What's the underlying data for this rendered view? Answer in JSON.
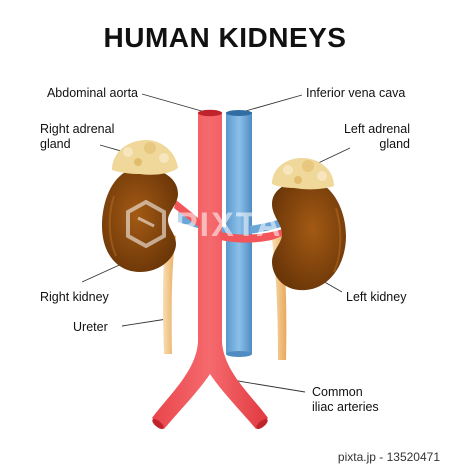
{
  "title": "HUMAN KIDNEYS",
  "labels": {
    "abdominal_aorta": "Abdominal aorta",
    "inferior_vena_cava": "Inferior vena cava",
    "right_adrenal_line1": "Right adrenal",
    "right_adrenal_line2": "gland",
    "left_adrenal_line1": "Left adrenal",
    "left_adrenal_line2": "gland",
    "right_kidney": "Right kidney",
    "left_kidney": "Left kidney",
    "ureter": "Ureter",
    "common_iliac_line1": "Common",
    "common_iliac_line2": "iliac arteries"
  },
  "watermark": "PIXTA",
  "footer": {
    "brand": "pixta.jp",
    "separator": "-",
    "id": "13520471"
  },
  "colors": {
    "artery": "#f2555a",
    "vein": "#6aa6d8",
    "kidney": "#8a4a10",
    "adrenal": "#f0d79a",
    "ureter": "#f3c98e"
  }
}
